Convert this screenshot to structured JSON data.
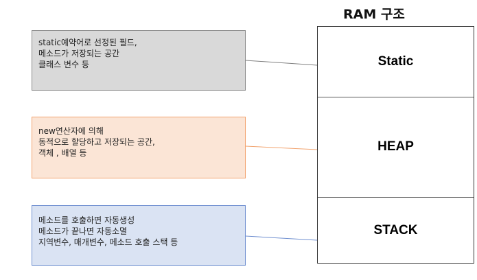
{
  "diagram": {
    "title": "RAM 구조",
    "sections": {
      "static": "Static",
      "heap": "HEAP",
      "stack": "STACK"
    },
    "notes": {
      "static": [
        "static예약어로 선정된 필드,",
        "메소드가 저장되는 공간",
        "클래스 변수 등"
      ],
      "heap": [
        "new연산자에 의해",
        "동적으로 할당하고 저장되는 공간,",
        "객체 , 배열 등"
      ],
      "stack": [
        "메소드를 호출하면 자동생성",
        "메소드가 끝나면  자동소멸",
        "지역변수, 매개변수, 메소드 호출 스택 등"
      ]
    },
    "colors": {
      "static_fill": "#d9d9d9",
      "static_border": "#8a8a8a",
      "heap_fill": "#fbe5d6",
      "heap_border": "#f2a36e",
      "stack_fill": "#dae3f3",
      "stack_border": "#6f8fd0"
    }
  }
}
